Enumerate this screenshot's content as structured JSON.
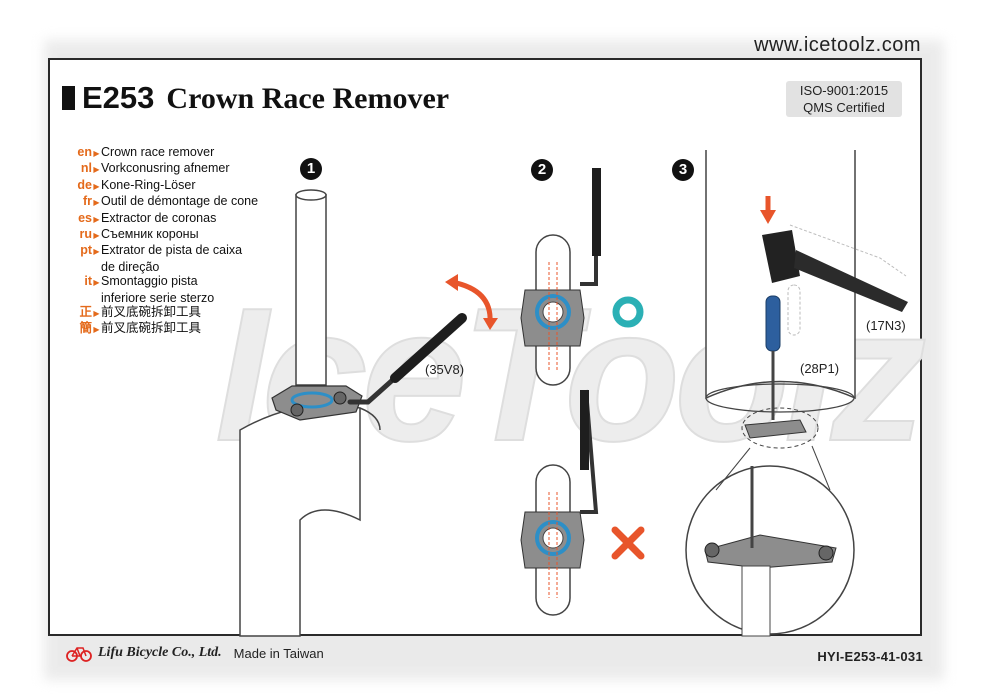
{
  "website": "www.icetoolz.com",
  "product": {
    "code": "E253",
    "name": "Crown Race Remover"
  },
  "certification": {
    "line1": "ISO-9001:2015",
    "line2": "QMS Certified"
  },
  "languages": [
    {
      "code": "en",
      "text": "Crown race remover"
    },
    {
      "code": "nl",
      "text": "Vorkconusring afnemer"
    },
    {
      "code": "de",
      "text": "Kone-Ring-Löser"
    },
    {
      "code": "fr",
      "text": "Outil de démontage de cone"
    },
    {
      "code": "es",
      "text": "Extractor de coronas"
    },
    {
      "code": "ru",
      "text": "Съемник короны"
    },
    {
      "code": "pt",
      "text": "Extrator de pista de caixa",
      "cont": "de direção"
    },
    {
      "code": "it",
      "text": "Smontaggio pista",
      "cont": "inferiore serie sterzo"
    },
    {
      "code": "正",
      "text": "前叉底碗拆卸工具"
    },
    {
      "code": "簡",
      "text": "前叉底碗拆卸工具"
    }
  ],
  "steps": [
    "1",
    "2",
    "3"
  ],
  "tools": {
    "wrench": "(35V8)",
    "hammer": "(17N3)",
    "screwdriver": "(28P1)"
  },
  "watermark": "IceToolz",
  "footer": {
    "brand": "Lifu Bicycle Co., Ltd.",
    "made_in": "Made in Taiwan",
    "doc_code": "HYI-E253-41-031"
  },
  "colors": {
    "accent": "#e46a1b",
    "ring": "#2d8fc7",
    "arrow": "#e8552b",
    "cross": "#e8552b",
    "washer": "#2bb0b5"
  }
}
